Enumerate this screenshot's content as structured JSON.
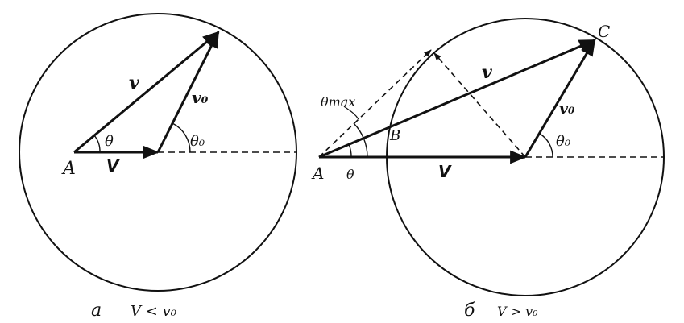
{
  "panel_a": {
    "label_A": "A",
    "label_V": "V",
    "label_v": "v",
    "label_v0": "v₀",
    "label_theta": "θ",
    "label_theta0": "θ₀",
    "caption_letter": "а",
    "caption_condition": "V < v₀"
  },
  "panel_b": {
    "label_A": "A",
    "label_B": "B",
    "label_C": "C",
    "label_V": "V",
    "label_v": "v",
    "label_v0": "v₀",
    "label_theta": "θ",
    "label_theta0": "θ₀",
    "label_theta_max": "θmax",
    "caption_letter": "б",
    "caption_condition": "V > v₀"
  }
}
